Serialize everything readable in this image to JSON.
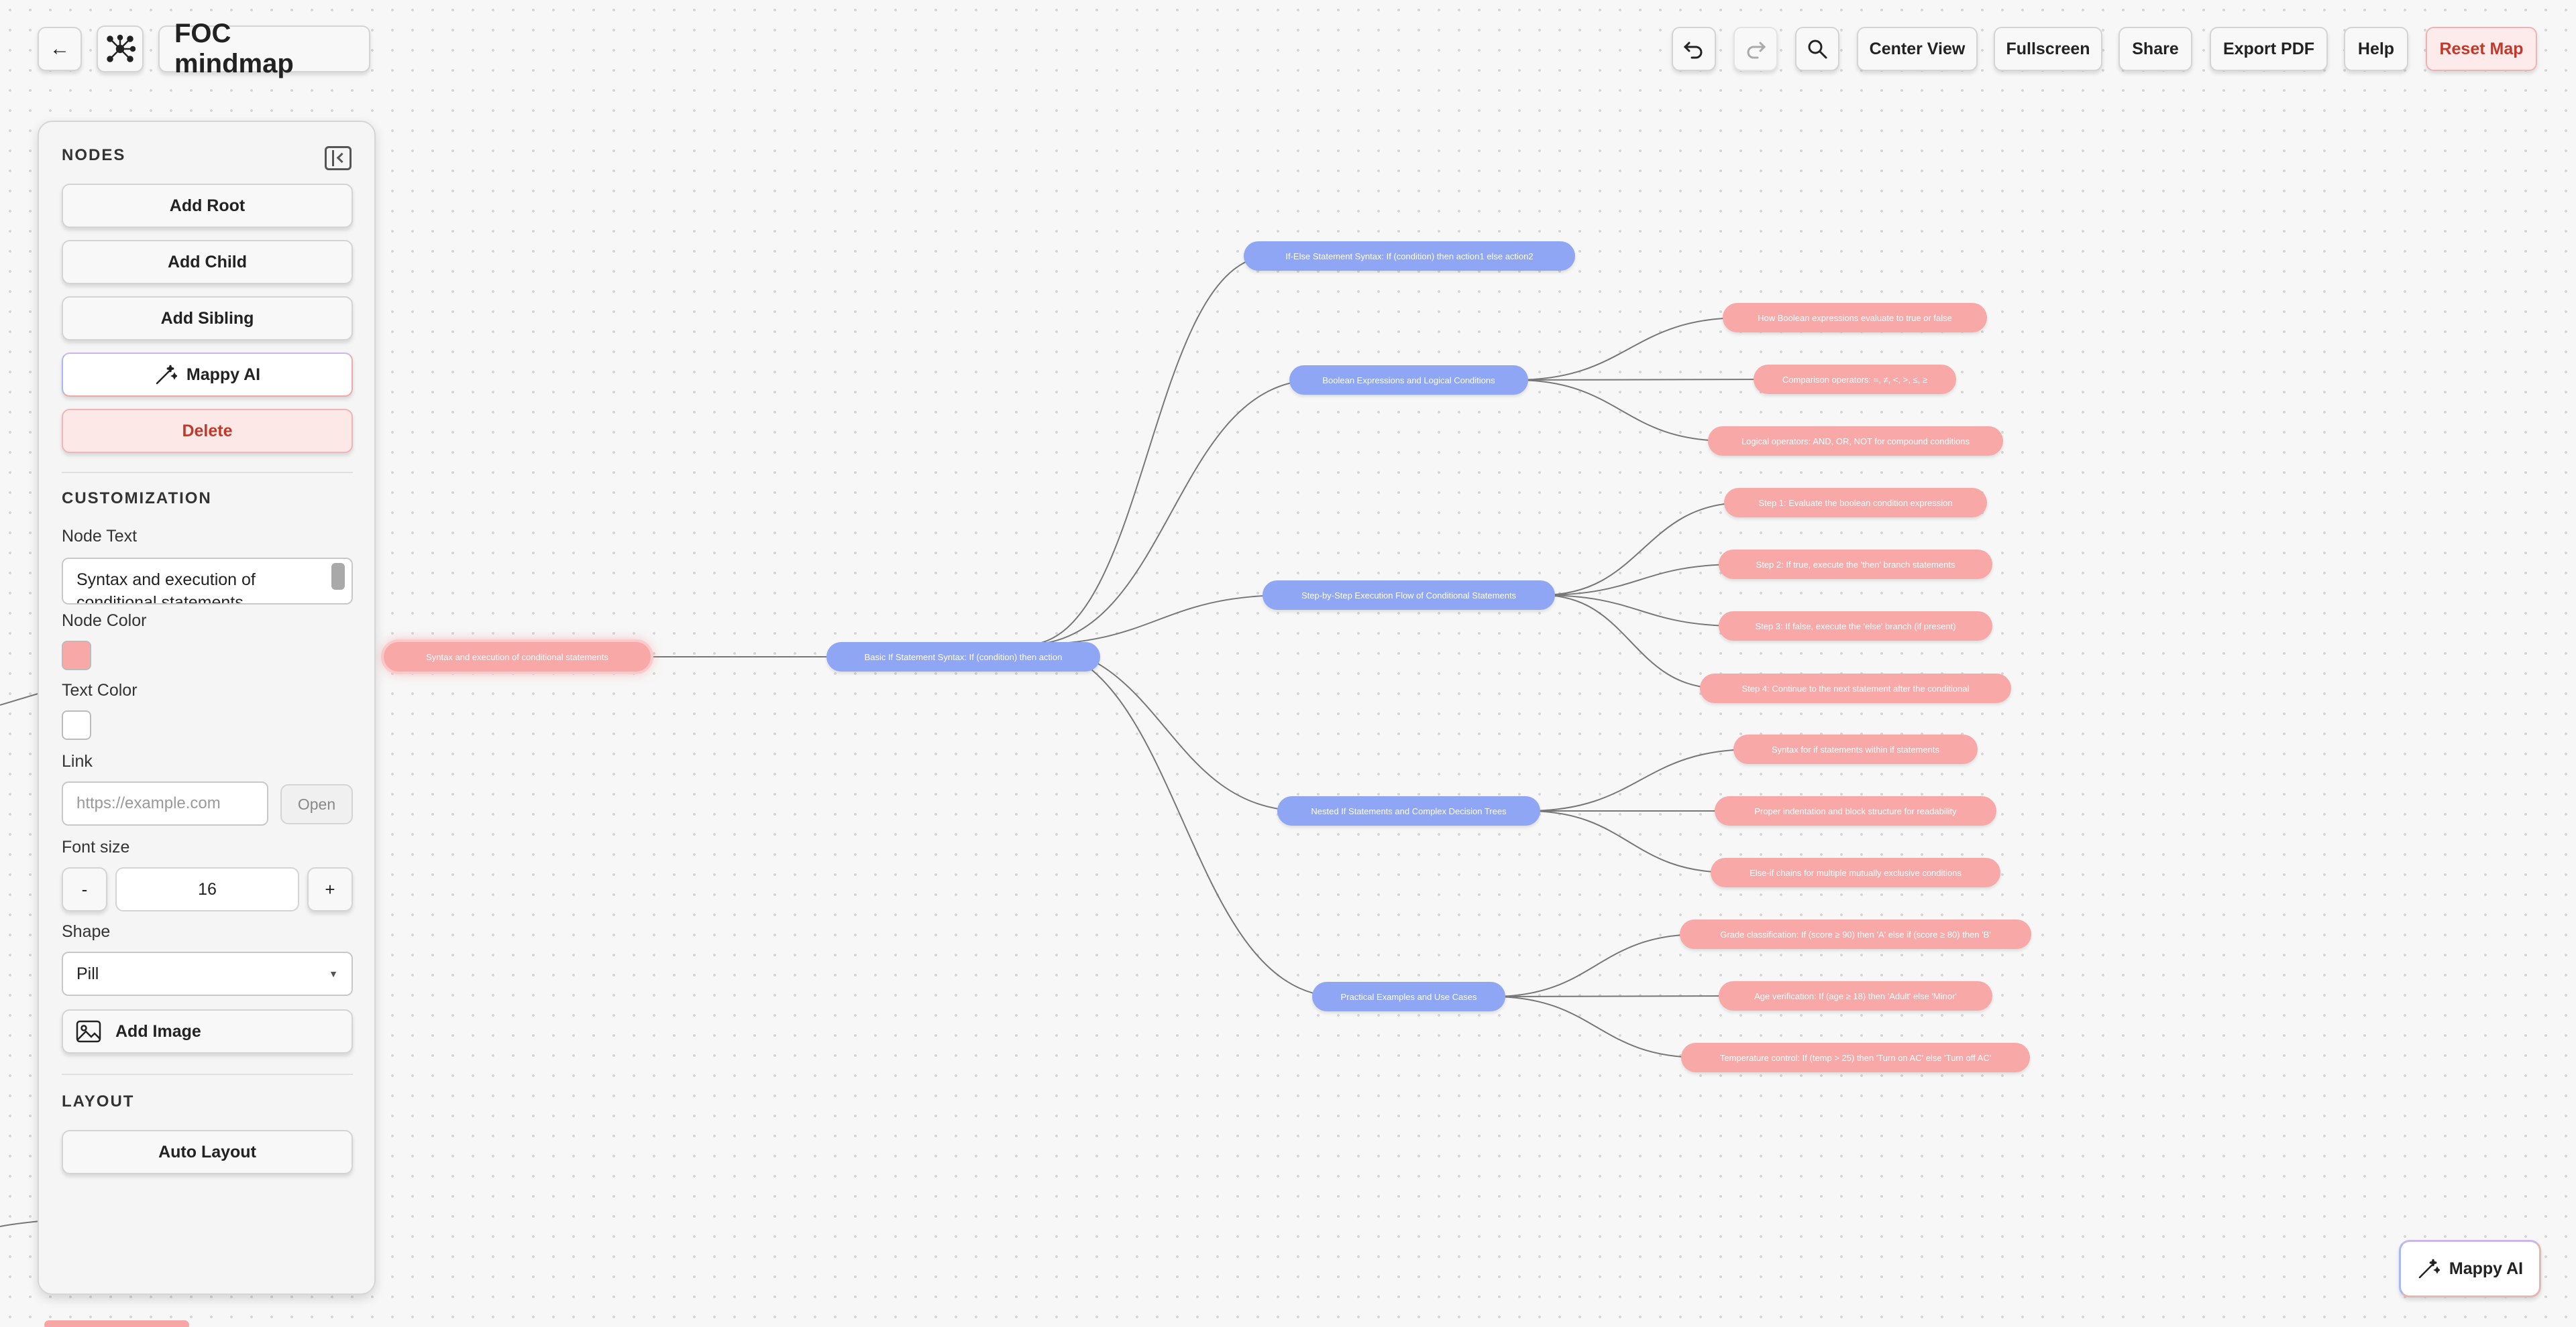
{
  "header": {
    "title": "FOC mindmap",
    "toolbar": {
      "center_view": "Center View",
      "fullscreen": "Fullscreen",
      "share": "Share",
      "export_pdf": "Export PDF",
      "help": "Help",
      "reset_map": "Reset Map"
    },
    "icons": {
      "back": "arrow-left-icon",
      "logo": "mindmap-network-icon",
      "undo": "undo-icon",
      "redo": "redo-icon",
      "search": "search-icon"
    }
  },
  "sidebar": {
    "nodes_title": "NODES",
    "add_root": "Add Root",
    "add_child": "Add Child",
    "add_sibling": "Add Sibling",
    "mappy_ai": "Mappy AI",
    "delete": "Delete",
    "customization_title": "CUSTOMIZATION",
    "node_text_label": "Node Text",
    "node_text_value": "Syntax and execution of conditional statements",
    "node_color_label": "Node Color",
    "node_color": "#f9a8a8",
    "text_color_label": "Text Color",
    "text_color": "#ffffff",
    "link_label": "Link",
    "link_placeholder": "https://example.com",
    "open": "Open",
    "font_size_label": "Font size",
    "font_size_minus": "-",
    "font_size_value": "16",
    "font_size_plus": "+",
    "shape_label": "Shape",
    "shape_value": "Pill",
    "add_image": "Add Image",
    "layout_title": "LAYOUT",
    "auto_layout": "Auto Layout"
  },
  "mindmap": {
    "colors": {
      "topic": "#8fa6f4",
      "detail": "#f9a8a8",
      "edge": "#777777"
    },
    "root": "Syntax and execution of conditional statements",
    "main": "Basic If Statement Syntax: If (condition) then action",
    "branches": [
      {
        "label": "If-Else Statement Syntax: If (condition) then action1 else action2",
        "children": []
      },
      {
        "label": "Boolean Expressions and Logical Conditions",
        "children": [
          "How Boolean expressions evaluate to true or false",
          "Comparison operators: =, ≠, <, >, ≤, ≥",
          "Logical operators: AND, OR, NOT for compound conditions"
        ]
      },
      {
        "label": "Step-by-Step Execution Flow of Conditional Statements",
        "children": [
          "Step 1: Evaluate the boolean condition expression",
          "Step 2: If true, execute the 'then' branch statements",
          "Step 3: If false, execute the 'else' branch (if present)",
          "Step 4: Continue to the next statement after the conditional"
        ]
      },
      {
        "label": "Nested If Statements and Complex Decision Trees",
        "children": [
          "Syntax for if statements within if statements",
          "Proper indentation and block structure for readability",
          "Else-if chains for multiple mutually exclusive conditions"
        ]
      },
      {
        "label": "Practical Examples and Use Cases",
        "children": [
          "Grade classification: If (score ≥ 90) then 'A' else if (score ≥ 80) then 'B'",
          "Age verification: If (age ≥ 18) then 'Adult' else 'Minor'",
          "Temperature control: If (temp > 25) then 'Turn on AC' else 'Turn off AC'"
        ]
      }
    ]
  },
  "fab": {
    "label": "Mappy AI"
  }
}
